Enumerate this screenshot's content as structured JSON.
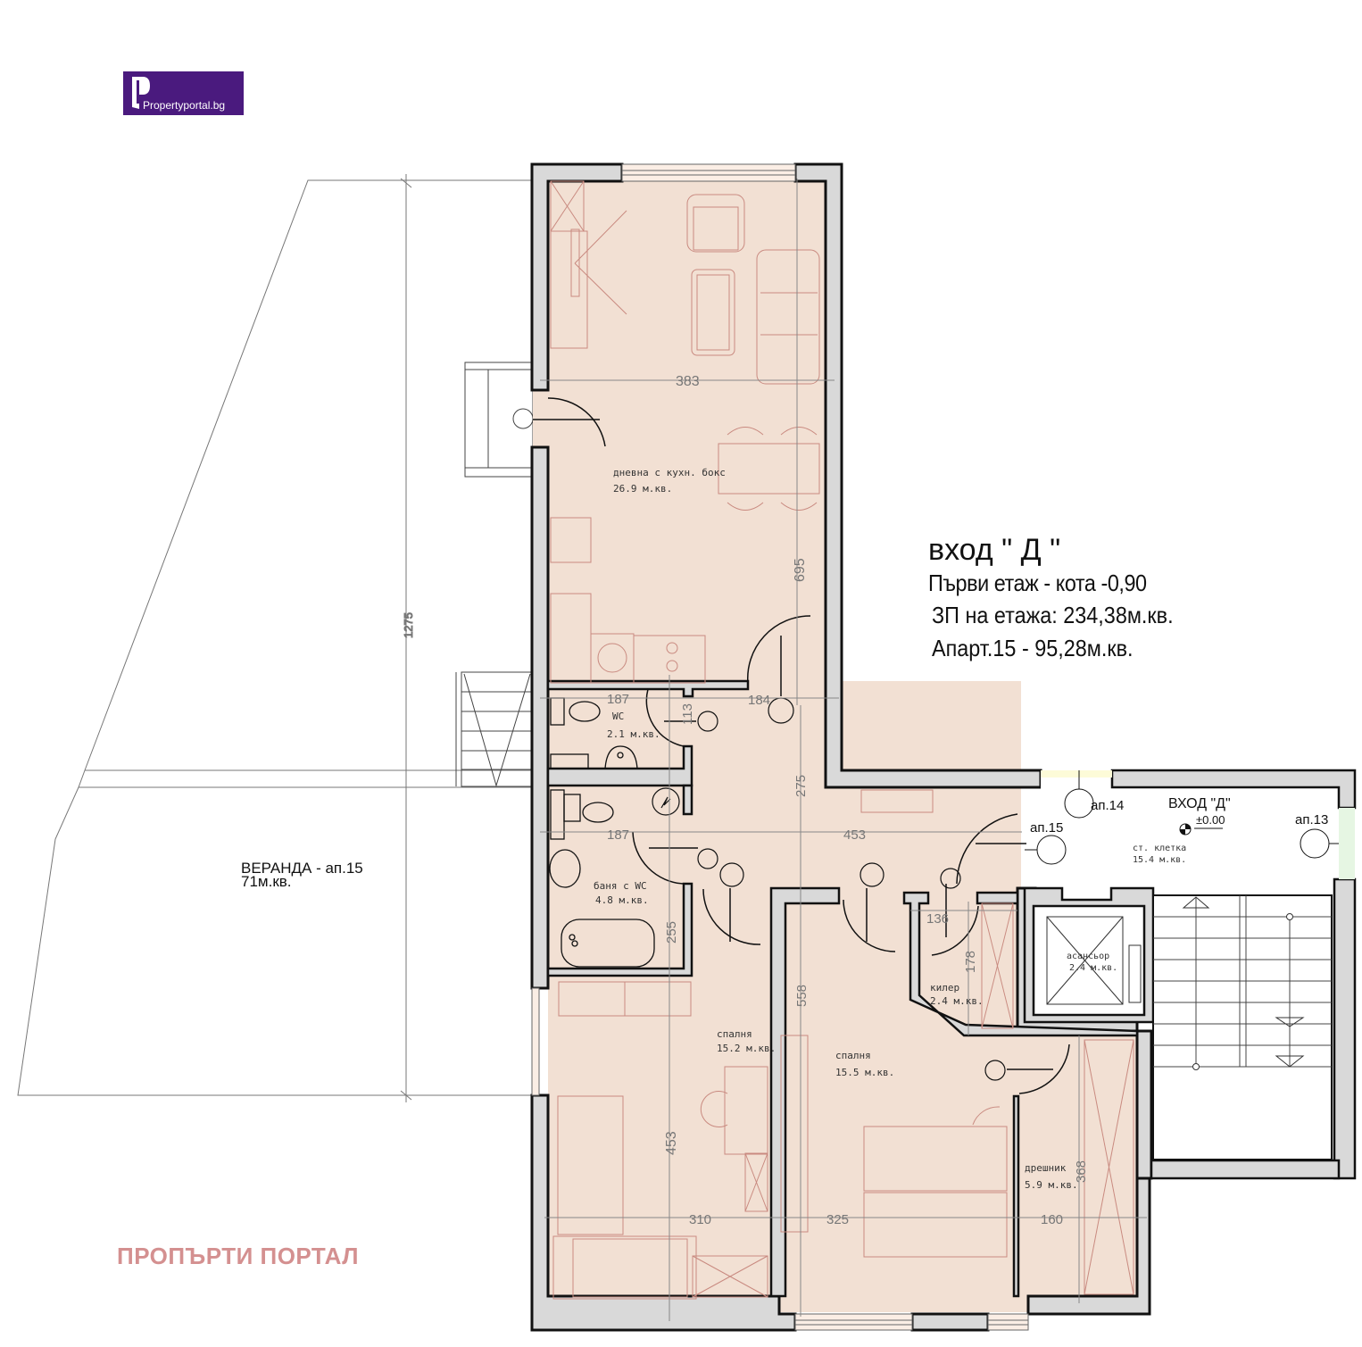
{
  "logo": {
    "text": "Propertyportal.bg",
    "bg_color": "#4a1a7e"
  },
  "watermark": {
    "text": "ПРОПЪРТИ ПОРТАЛ",
    "color": "#d49090"
  },
  "info": {
    "entrance": "вход \" Д \"",
    "floor": "Първи етаж  - кота -0,90",
    "floor_area": "ЗП на етажа:   234,38м.кв.",
    "apartment": "Апарт.15 - 95,28м.кв."
  },
  "veranda": {
    "name": "ВЕРАНДА - ап.15",
    "area": "71м.кв."
  },
  "rooms": {
    "living": {
      "name": "дневна с кухн. бокс",
      "area": "26.9 м.кв."
    },
    "wc": {
      "name": "WC",
      "area": "2.1 м.кв."
    },
    "bath": {
      "name": "баня с WC",
      "area": "4.8 м.кв."
    },
    "bedroom1": {
      "name": "спалня",
      "area": "15.2 м.кв."
    },
    "bedroom2": {
      "name": "спалня",
      "area": "15.5 м.кв."
    },
    "pantry": {
      "name": "килер",
      "area": "2.4 м.кв."
    },
    "wardrobe": {
      "name": "дрешник",
      "area": "5.9 м.кв."
    },
    "elevator": {
      "name": "асансьор",
      "area": "2.4 м.кв."
    },
    "stairwell": {
      "name": "ст. клетка",
      "area": "15.4 м.кв."
    }
  },
  "stairwell_labels": {
    "entrance": "ВХОД \"Д\"",
    "level": "±0.00",
    "ap13": "ап.13",
    "ap14": "ап.14",
    "ap15": "ап.15"
  },
  "dimensions": {
    "d383": "383",
    "d695": "695",
    "d1275": "1275",
    "d187a": "187",
    "d113": "113",
    "d184": "184",
    "d275": "275",
    "d187b": "187",
    "d453h": "453",
    "d255": "255",
    "d136": "136",
    "d178": "178",
    "d558": "558",
    "d453v": "453",
    "d310": "310",
    "d325": "325",
    "d160": "160",
    "d368": "368"
  },
  "colors": {
    "floor": "#f2e0d3",
    "wall": "#d9d9d9",
    "wall_line": "#111111",
    "furniture": "#c98a80",
    "dim_line": "#888888"
  }
}
